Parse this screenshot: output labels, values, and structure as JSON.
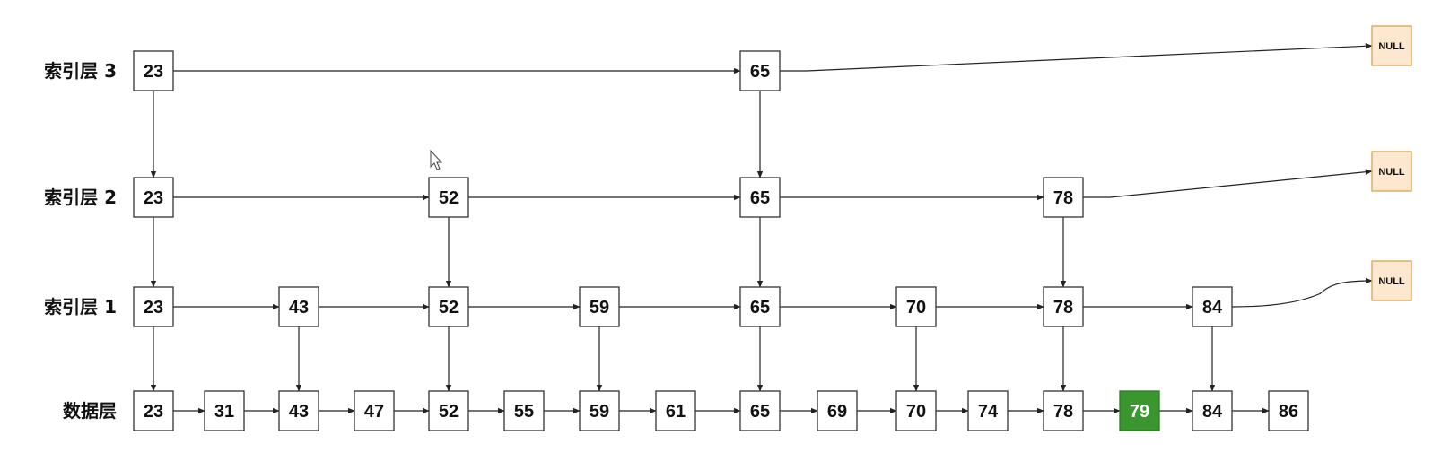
{
  "layers": [
    {
      "id": "index3",
      "label": "索引层 3",
      "nodes": [
        "23",
        "65"
      ],
      "tail": "NULL"
    },
    {
      "id": "index2",
      "label": "索引层 2",
      "nodes": [
        "23",
        "52",
        "65",
        "78"
      ],
      "tail": "NULL"
    },
    {
      "id": "index1",
      "label": "索引层 1",
      "nodes": [
        "23",
        "43",
        "52",
        "59",
        "65",
        "70",
        "78",
        "84"
      ],
      "tail": "NULL"
    },
    {
      "id": "data",
      "label": "数据层",
      "nodes": [
        "23",
        "31",
        "43",
        "47",
        "52",
        "55",
        "59",
        "61",
        "65",
        "69",
        "70",
        "74",
        "78",
        "79",
        "84",
        "86"
      ]
    }
  ],
  "highlight_value": "79",
  "colors": {
    "highlight_fill": "#3a962f",
    "null_fill": "#fde8cf",
    "null_border": "#d6a552",
    "node_border": "#333333"
  },
  "icons": {
    "cursor": "mouse-pointer-icon"
  }
}
